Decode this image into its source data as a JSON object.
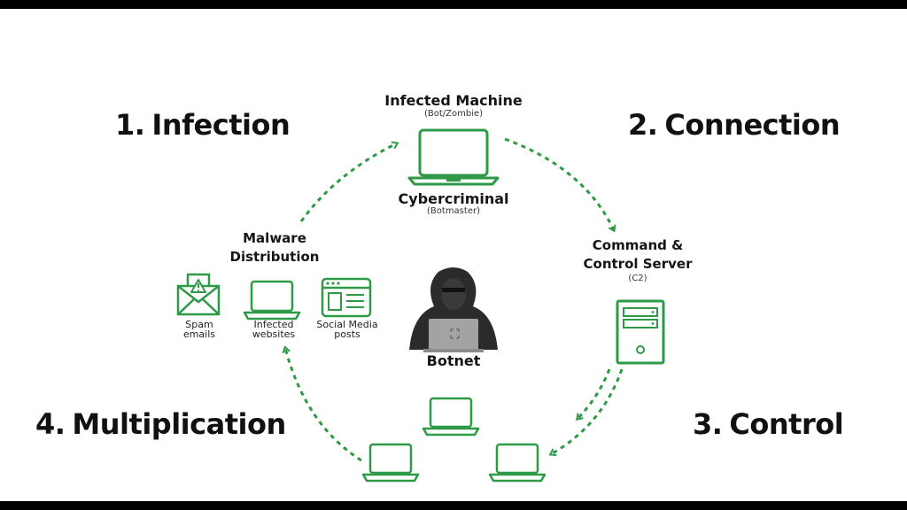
{
  "steps": {
    "s1": {
      "num": "1.",
      "text": "Infection"
    },
    "s2": {
      "num": "2.",
      "text": "Connection"
    },
    "s3": {
      "num": "3.",
      "text": "Control"
    },
    "s4": {
      "num": "4.",
      "text": "Multiplication"
    }
  },
  "nodes": {
    "infected_machine": {
      "title": "Infected Machine",
      "sub": "(Bot/Zombie)"
    },
    "cybercriminal": {
      "title": "Cybercriminal",
      "sub": "(Botmaster)"
    },
    "c2": {
      "title_line1": "Command &",
      "title_line2": "Control Server",
      "sub": "(C2)"
    },
    "malware": {
      "title_line1": "Malware",
      "title_line2": "Distribution"
    },
    "botnet": {
      "title": "Botnet"
    }
  },
  "distribution_items": [
    {
      "line1": "Spam",
      "line2": "emails",
      "icon": "envelope-warning-icon"
    },
    {
      "line1": "Infected",
      "line2": "websites",
      "icon": "laptop-icon"
    },
    {
      "line1": "Social Media",
      "line2": "posts",
      "icon": "browser-window-icon"
    }
  ],
  "colors": {
    "accent": "#2e9a48",
    "accent_light": "#c9f0cf",
    "text": "#151515",
    "hacker": "#2b2b2b",
    "laptop_grey": "#9a9a9a"
  }
}
